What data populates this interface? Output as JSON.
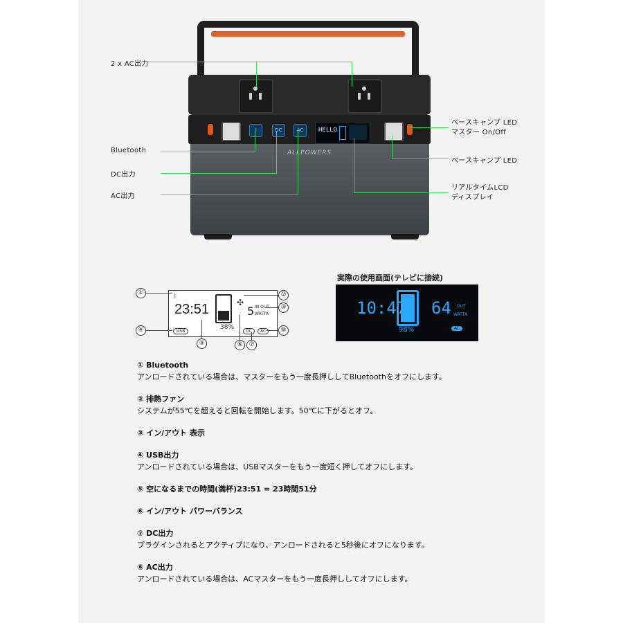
{
  "callouts": {
    "ac_outlets": "2 x AC出力",
    "bluetooth": "Bluetooth",
    "dc_out": "DC出力",
    "ac_out": "AC出力",
    "led_master_line1": "ベースキャンプ LED",
    "led_master_line2": "マスター On/Off",
    "led": "ベースキャンプ LED",
    "lcd_line1": "リアルタイムLCD",
    "lcd_line2": "ディスプレイ"
  },
  "device": {
    "brand": "ALLPOWERS",
    "btn_dc": "DC",
    "btn_ac": "AC",
    "lcd_text": "HELLO"
  },
  "diagram": {
    "n1": "①",
    "n2": "②",
    "n3": "③",
    "n4": "④",
    "n5": "⑤",
    "n6": "⑥",
    "n7": "⑦",
    "n8": "⑧",
    "time": "23:51",
    "percent": "38%",
    "watts": "5",
    "in_out": "IN OUT",
    "watta": "WATTA",
    "usb": "USB",
    "dc": "DC",
    "ac": "AC"
  },
  "photo": {
    "title": "実際の使用画面(テレビに接続)",
    "time": "10:47",
    "percent": "98%",
    "watts": "64",
    "out": "OUT",
    "watta": "WATTA",
    "ac": "AC"
  },
  "descriptions": [
    {
      "title": "① Bluetooth",
      "text": "アンロードされている場合は、マスターをもう一度長押ししてBluetoothをオフにします。"
    },
    {
      "title": "② 排熱ファン",
      "text": "システムが55℃を超えると回転を開始します。50℃に下がるとオフ。"
    },
    {
      "title": "③ イン/アウト 表示",
      "text": ""
    },
    {
      "title": "④ USB出力",
      "text": "アンロードされている場合は、USBマスターをもう一度短く押してオフにします。"
    },
    {
      "title": "⑤ 空になるまでの時間(満杯)23:51 = 23時間51分",
      "text": ""
    },
    {
      "title": "⑥ イン/アウト パワーバランス",
      "text": ""
    },
    {
      "title": "⑦ DC出力",
      "text": "プラグインされるとアクティブになり、アンロードされると5秒後にオフになります。"
    },
    {
      "title": "⑧ AC出力",
      "text": "アンロードされている場合は、ACマスターをもう一度長押ししてオフにします。"
    }
  ],
  "colors": {
    "callout_line": "#3bd65a",
    "panel_bg": "#f3f3f3",
    "lcd_blue": "#2aa9ff",
    "orange": "#e0622a"
  }
}
